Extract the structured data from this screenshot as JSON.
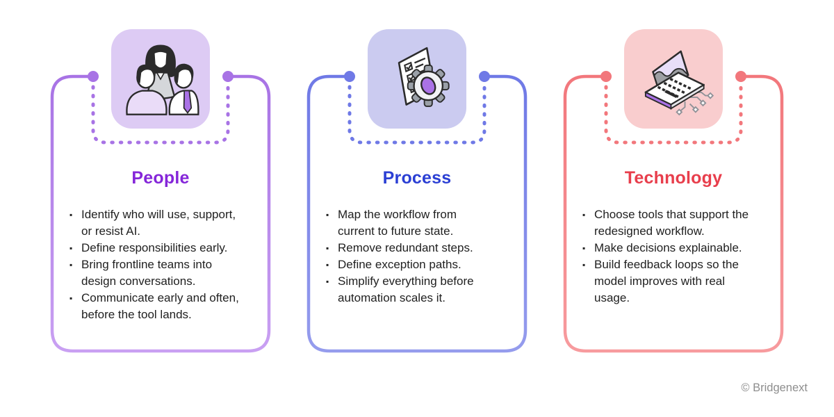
{
  "palette": {
    "bg": "#ffffff",
    "ink": "#2b2b2b",
    "text": "#212121",
    "footer_text": "#8e8e8e",
    "illustration_purple": "#aa72e6",
    "illustration_purple_light": "#eadcf8",
    "illustration_gray": "#d5d7da",
    "illustration_gray_mid": "#9aa0a8"
  },
  "footer": {
    "label": "© Bridgenext"
  },
  "cards": [
    {
      "title": "People",
      "title_color": "#8526d9",
      "accent_top": "#a873e5",
      "accent_bottom": "#c9a0f2",
      "icon": "people-icon",
      "icon_bg": "#ddcbf4",
      "bullets": [
        "Identify who will use, support, or resist AI.",
        "Define responsibilities early.",
        "Bring frontline teams into design conversations.",
        "Communicate early and often, before the tool lands."
      ]
    },
    {
      "title": "Process",
      "title_color": "#2b3fd4",
      "accent_top": "#6f79e6",
      "accent_bottom": "#959ced",
      "icon": "process-icon",
      "icon_bg": "#cbcbf0",
      "bullets": [
        "Map the workflow from current to future state.",
        "Remove redundant steps.",
        "Define exception paths.",
        "Simplify everything before automation scales it."
      ]
    },
    {
      "title": "Technology",
      "title_color": "#e83e4c",
      "accent_top": "#f2777c",
      "accent_bottom": "#f79b9e",
      "icon": "technology-icon",
      "icon_bg": "#f9cdce",
      "bullets": [
        "Choose tools that support the redesigned workflow.",
        "Make decisions explainable.",
        "Build feedback loops so the model improves with real usage."
      ]
    }
  ]
}
